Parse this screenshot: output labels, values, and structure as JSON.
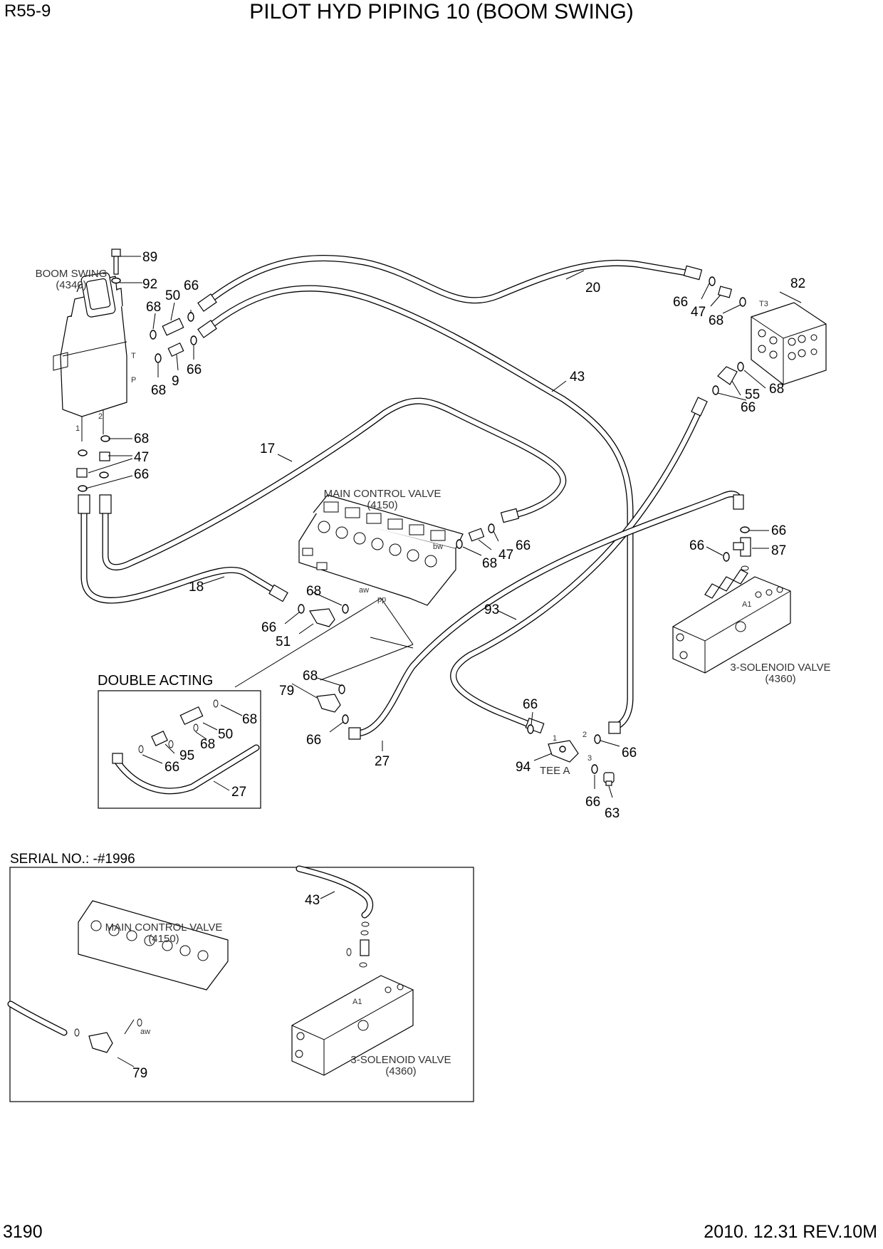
{
  "header": {
    "model": "R55-9",
    "title": "PILOT HYD PIPING 10 (BOOM SWING)"
  },
  "footer": {
    "page_number": "3190",
    "revision": "2010. 12.31  REV.10M"
  },
  "components": {
    "boom_swing": {
      "name": "BOOM SWING",
      "code": "(4340)"
    },
    "main_control_valve": {
      "name": "MAIN CONTROL VALVE",
      "code": "(4150)"
    },
    "solenoid_valve": {
      "name": "3-SOLENOID VALVE",
      "code": "(4360)"
    },
    "tee": {
      "name": "TEE A"
    }
  },
  "port_labels": {
    "t": "T",
    "p": "P",
    "p1": "1",
    "p2": "2",
    "bw": "bw",
    "aw": "aw",
    "pp": "pp",
    "tee1": "1",
    "tee2": "2",
    "tee3": "3",
    "a1": "A1",
    "t3": "T3"
  },
  "insets": {
    "double_acting": {
      "title": "DOUBLE ACTING"
    },
    "serial": {
      "title": "SERIAL NO.: -#1996"
    }
  },
  "callouts": {
    "c89": "89",
    "c92": "92",
    "c68a": "68",
    "c50": "50",
    "c66a": "66",
    "c9": "9",
    "c66b": "66",
    "c68b": "68",
    "c68c": "68",
    "c47a": "47",
    "c66c": "66",
    "c20": "20",
    "c82": "82",
    "c66d": "66",
    "c47b": "47",
    "c68d": "68",
    "c43": "43",
    "c55": "55",
    "c68e": "68",
    "c66e": "66",
    "c17": "17",
    "c18": "18",
    "c66f": "66",
    "c47c": "47",
    "c68f": "68",
    "c68g": "68",
    "c66g": "66",
    "c51": "51",
    "c66h": "66",
    "c87": "87",
    "c66i": "66",
    "c93": "93",
    "c68h": "68",
    "c79": "79",
    "c66j": "66",
    "c27": "27",
    "c66k": "66",
    "c94": "94",
    "c66l": "66",
    "c66m": "66",
    "c63": "63",
    "d68a": "68",
    "d50": "50",
    "d68b": "68",
    "d95": "95",
    "d66": "66",
    "d27": "27",
    "s43": "43",
    "s79": "79"
  }
}
